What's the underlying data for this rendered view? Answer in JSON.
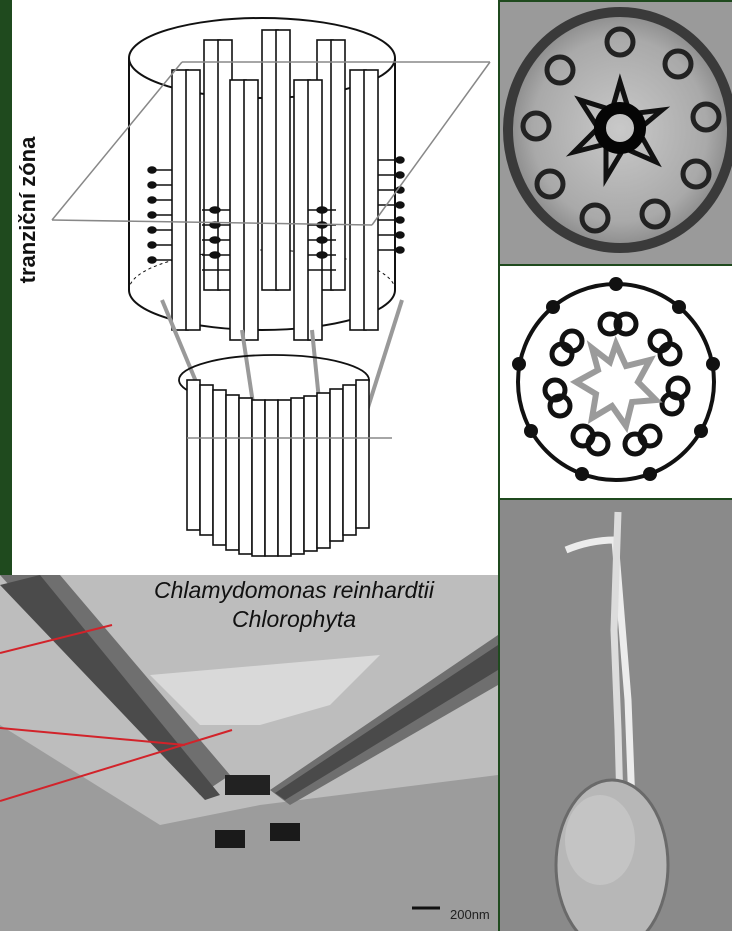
{
  "labels": {
    "transition_zone": "tranziční zóna",
    "species": "Chlamydomonas reinhardtii",
    "division": "Chlorophyta",
    "scale_bar": "200nm"
  },
  "colors": {
    "background": "#1f4a1e",
    "pointer_lines": "#d2232a"
  }
}
